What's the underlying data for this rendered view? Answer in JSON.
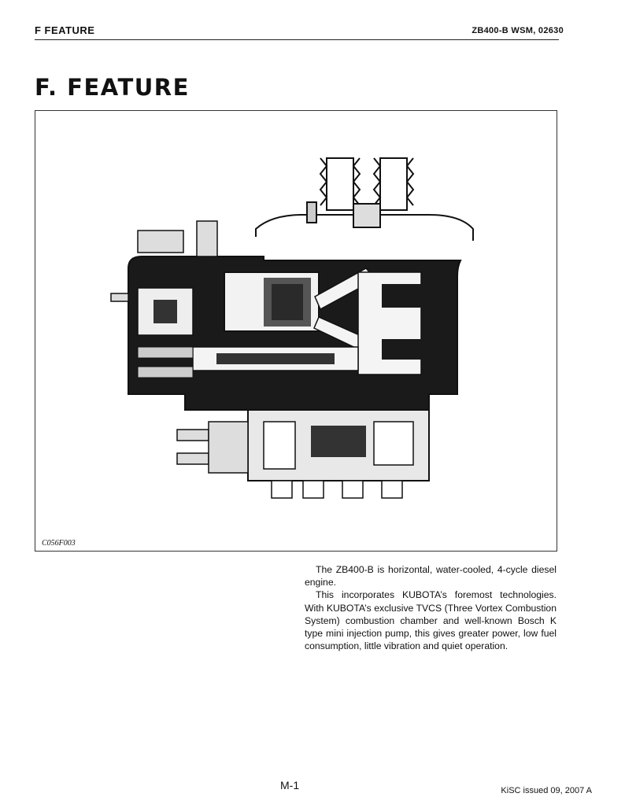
{
  "header": {
    "section": "F FEATURE",
    "manual_ref": "ZB400-B  WSM, 02630"
  },
  "title": "F. FEATURE",
  "figure": {
    "code": "C056F003"
  },
  "body": {
    "paragraphs": [
      "The ZB400-B is horizontal, water-cooled, 4-cycle diesel engine.",
      "This incorporates KUBOTA’s foremost technologies. With KUBOTA’s exclusive TVCS (Three Vortex Combustion System) combustion chamber and well-known Bosch K type mini injection pump, this gives greater power, low fuel consumption, little vibration and quiet operation."
    ]
  },
  "footer": {
    "page": "M-1",
    "issued": "KiSC issued 09, 2007 A"
  }
}
